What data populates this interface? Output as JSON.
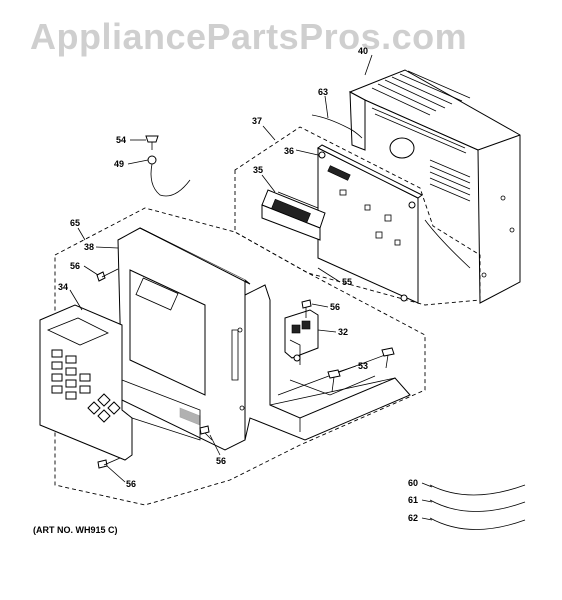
{
  "watermark": "AppliancePartsPros.com",
  "art_number": "(ART NO. WH915 C)",
  "callouts": {
    "c40": "40",
    "c63": "63",
    "c37": "37",
    "c36": "36",
    "c35": "35",
    "c54": "54",
    "c49": "49",
    "c65": "65",
    "c38": "38",
    "c56a": "56",
    "c55": "55",
    "c56b": "56",
    "c32": "32",
    "c34": "34",
    "c53": "53",
    "c56c": "56",
    "c56d": "56",
    "c60": "60",
    "c61": "61",
    "c62": "62"
  }
}
